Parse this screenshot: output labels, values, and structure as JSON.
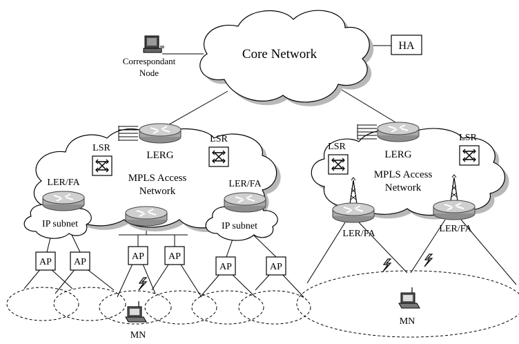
{
  "core": {
    "label": "Core Network"
  },
  "ha": {
    "label": "HA"
  },
  "correspondent": {
    "line1": "Correspondant",
    "line2": "Node"
  },
  "left_domain": {
    "lerg_label": "LERG",
    "lsr_left_label": "LSR",
    "lsr_right_label": "LSR",
    "cloud_line1": "MPLS Access",
    "cloud_line2": "Network",
    "ler_left_label": "LER/FA",
    "ler_right_label": "LER/FA",
    "subnet_left_label": "IP subnet",
    "subnet_right_label": "IP subnet",
    "ap_labels": [
      "AP",
      "AP",
      "AP",
      "AP",
      "AP",
      "AP"
    ],
    "mn_label": "MN"
  },
  "right_domain": {
    "lerg_label": "LERG",
    "lsr_left_label": "LSR",
    "lsr_right_label": "LSR",
    "cloud_line1": "MPLS Access",
    "cloud_line2": "Network",
    "ler_left_label": "LER/FA",
    "ler_right_label": "LER/FA",
    "mn_label": "MN"
  },
  "colors": {
    "cloud_shadow": "#b8b8b8",
    "router": "#a9a9a9",
    "router_top": "#cfcfcf"
  },
  "icons": [
    "router-icon",
    "lsr-switch-icon",
    "antenna-tower-icon",
    "laptop-icon",
    "lightning-icon",
    "desktop-computer-icon"
  ]
}
